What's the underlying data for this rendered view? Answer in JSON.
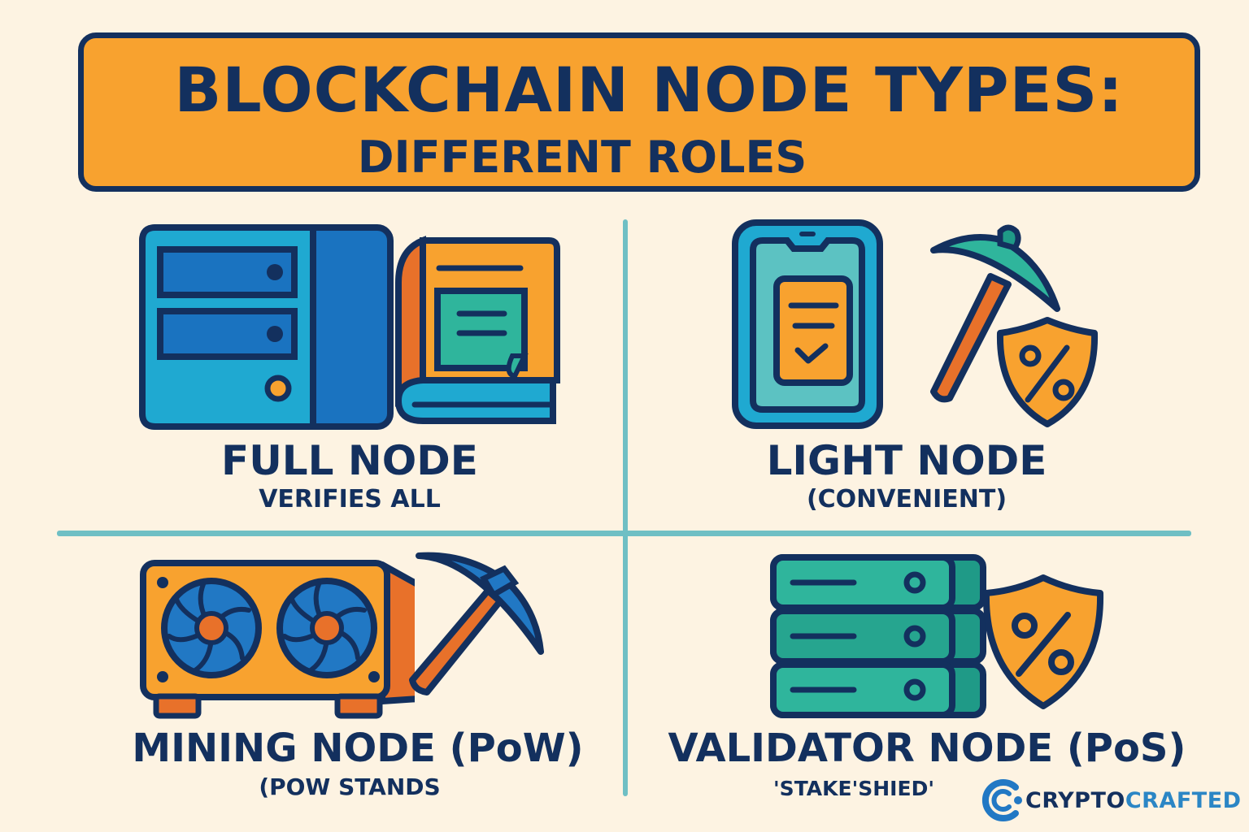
{
  "banner": {
    "title": "BLOCKCHAIN NODE TYPES:",
    "subtitle": "DIFFERENT ROLES"
  },
  "colors": {
    "background": "#fdf3e2",
    "banner_orange": "#f8a22f",
    "outline_navy": "#13305e",
    "divider_teal": "#6fbfc4",
    "blue_light": "#1fa9d1",
    "blue_dark": "#1a73c0",
    "orange_dark": "#e8712a",
    "teal": "#2fb59c",
    "teal_dark": "#1f9a87"
  },
  "quadrants": [
    {
      "id": "full",
      "title": "FULL NODE",
      "subtitle": "VERIFIES ALL",
      "icons": [
        "server-tower-icon",
        "ledger-book-icon"
      ]
    },
    {
      "id": "light",
      "title": "LIGHT NODE",
      "subtitle": "(CONVENIENT)",
      "icons": [
        "smartphone-checklist-icon",
        "pickaxe-icon",
        "percent-shield-icon"
      ]
    },
    {
      "id": "mining",
      "title": "MINING NODE (PoW)",
      "subtitle": "(POW STANDS",
      "icons": [
        "gpu-fan-rig-icon",
        "pickaxe-icon"
      ]
    },
    {
      "id": "validator",
      "title": "VALIDATOR NODE (PoS)",
      "subtitle": "'STAKE'SHIED'",
      "icons": [
        "server-stack-icon",
        "percent-shield-icon"
      ]
    }
  ],
  "brand": {
    "logo_icon": "cc-logo-icon",
    "word1": "CRYPTO",
    "word2": "CRAFTED"
  }
}
